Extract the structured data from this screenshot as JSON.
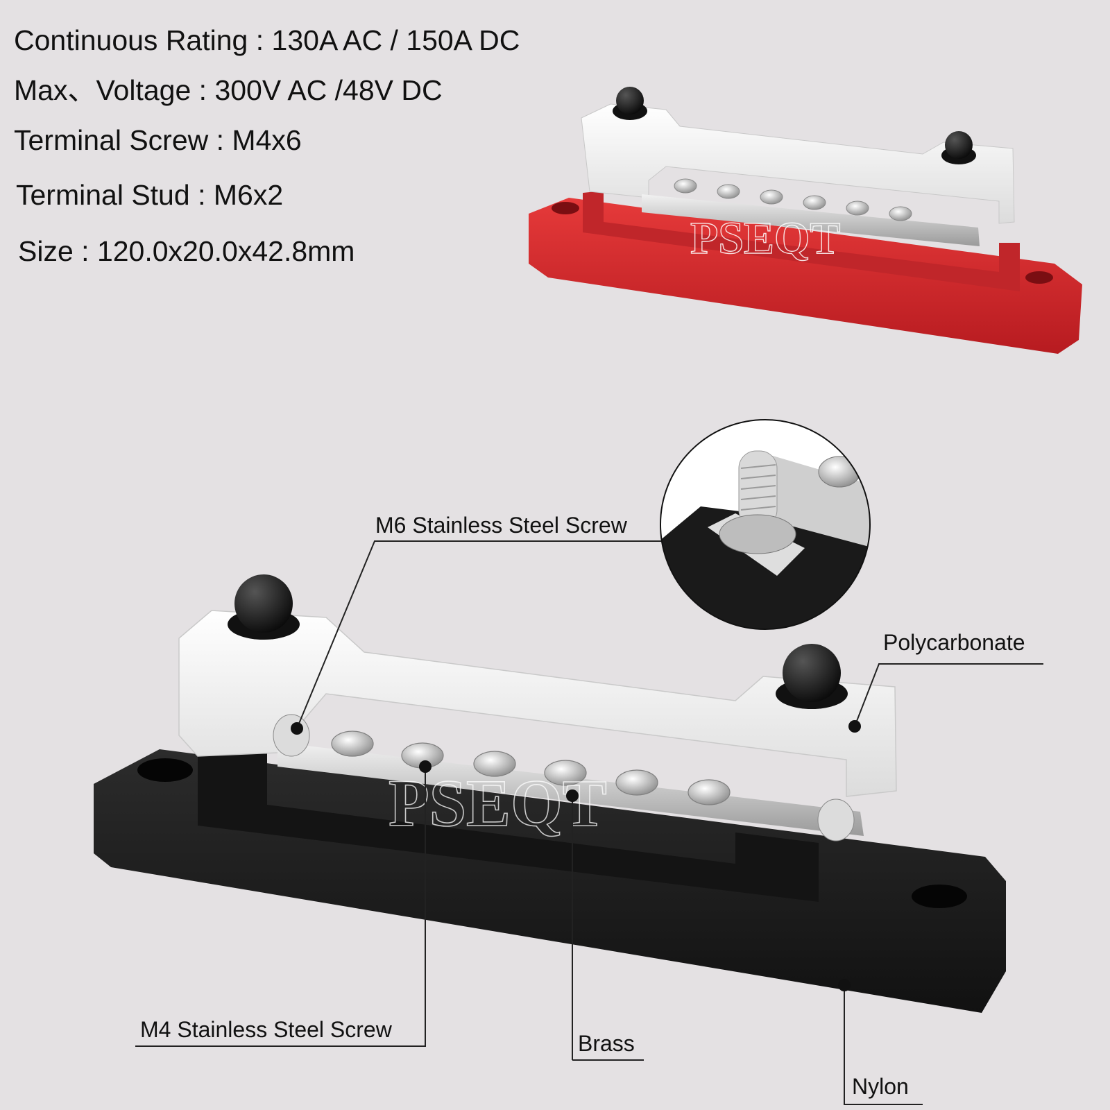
{
  "specs": [
    {
      "label": "Continuous Rating",
      "sep": " : ",
      "value": "130A AC / 150A DC"
    },
    {
      "label": "Max、Voltage",
      "sep": " : ",
      "value": "300V AC /48V DC"
    },
    {
      "label": "Terminal Screw",
      "sep": " : ",
      "value": "M4x6"
    },
    {
      "label": "Terminal Stud",
      "sep": " : ",
      "value": "M6x2"
    },
    {
      "label": "Size",
      "sep": " : ",
      "value": "120.0x20.0x42.8mm"
    }
  ],
  "callouts": {
    "m6_screw": "M6 Stainless Steel Screw",
    "polycarbonate": "Polycarbonate",
    "m4_screw": "M4 Stainless Steel Screw",
    "brass": "Brass",
    "nylon": "Nylon"
  },
  "watermark": "PSEQT",
  "colors": {
    "background": "#e4e1e3",
    "red_base": "#d4262a",
    "black_base": "#1b1b1b",
    "cover": "#f4f4f4",
    "cap": "#111111"
  }
}
